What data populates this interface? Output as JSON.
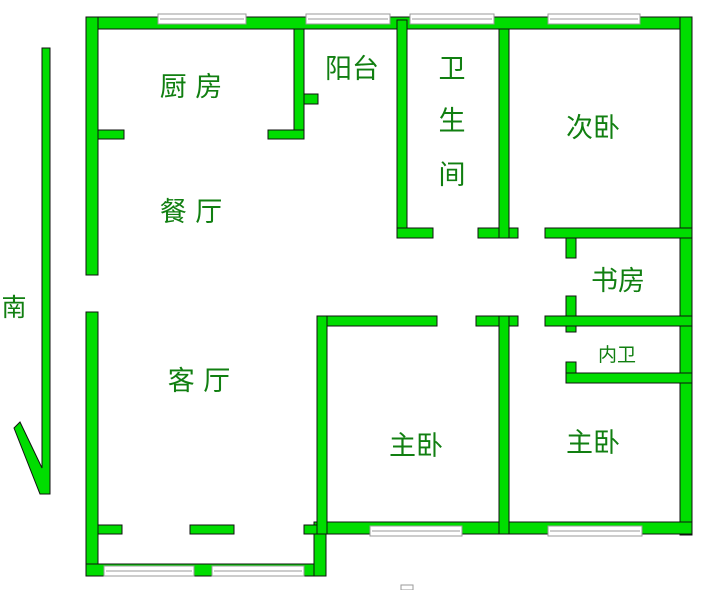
{
  "colors": {
    "wall": "#00dd00",
    "wall_outline": "#111111",
    "label": "#117f11",
    "window": "#9a9a9a"
  },
  "labels": {
    "kitchen": "厨 房",
    "balcony": "阳台",
    "bathroom_1": "卫",
    "bathroom_2": "生",
    "bathroom_3": "间",
    "second_bedroom": "次卧",
    "dining": "餐 厅",
    "study": "书房",
    "inner_bath": "内卫",
    "living": "客 厅",
    "master_bedroom_1": "主卧",
    "master_bedroom_2": "主卧",
    "south": "南"
  }
}
